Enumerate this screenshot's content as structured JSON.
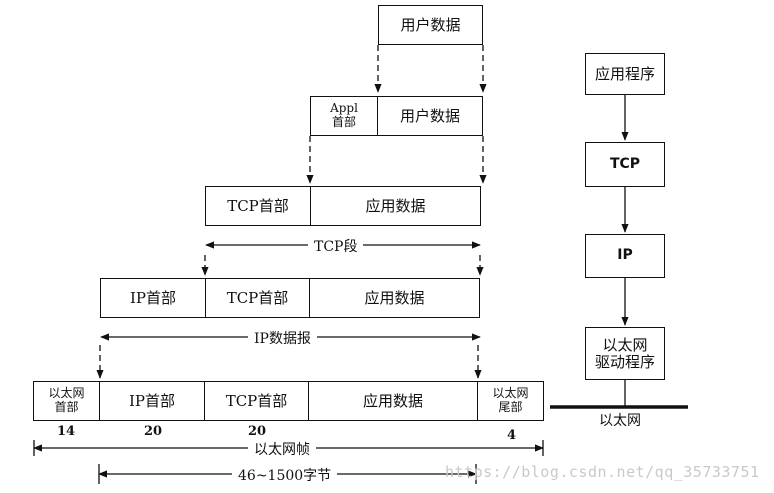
{
  "layers": {
    "app": {
      "user_data": "用户数据"
    },
    "tcp": {
      "appl_header": "Appl\n首部",
      "user_data": "用户数据"
    },
    "ip": {
      "tcp_header": "TCP首部",
      "app_data": "应用数据",
      "segment_label": "TCP段"
    },
    "eth": {
      "ip_header": "IP首部",
      "tcp_header": "TCP首部",
      "app_data": "应用数据",
      "datagram_label": "IP数据报"
    },
    "frame": {
      "eth_header": "以太网\n首部",
      "ip_header": "IP首部",
      "tcp_header": "TCP首部",
      "app_data": "应用数据",
      "eth_trailer": "以太网\n尾部",
      "size_header": "14",
      "size_ip": "20",
      "size_tcp": "20",
      "size_trailer": "4",
      "frame_label": "以太网帧",
      "payload_label": "46~1500字节"
    }
  },
  "stack": {
    "application": "应用程序",
    "tcp": "TCP",
    "ip": "IP",
    "driver": "以太网\n驱动程序",
    "network": "以太网"
  },
  "watermark": "https://blog.csdn.net/qq_35733751"
}
